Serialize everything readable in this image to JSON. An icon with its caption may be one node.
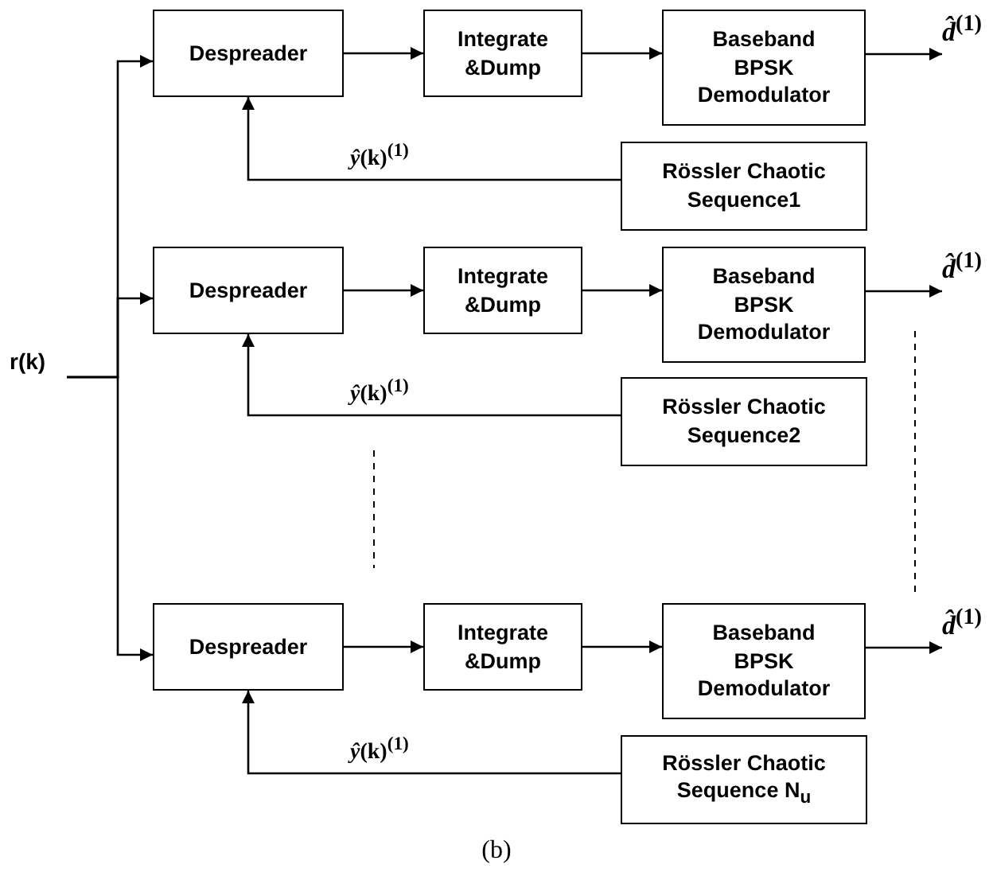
{
  "diagram": {
    "caption": "(b)",
    "nodes": [
      {
        "text": [
          "r(k)"
        ]
      },
      {
        "text": [
          "Despreader"
        ]
      },
      {
        "text": [
          "Integrate &Dump"
        ]
      },
      {
        "text": [
          "Baseband BPSK Demodulator"
        ]
      },
      {
        "text": [
          "*d̂*$^{(1)}$"
        ]
      },
      {
        "text": [
          "Rössler Chaotic Sequence1"
        ]
      },
      {
        "text": [
          "Despreader"
        ]
      },
      {
        "text": [
          "Integrate &Dump"
        ]
      },
      {
        "text": [
          "Baseband BPSK Demodulator"
        ]
      },
      {
        "text": [
          "*d̂*$^{(1)}$"
        ]
      },
      {
        "text": [
          "Rössler Chaotic Sequence2"
        ]
      },
      {
        "text": [
          "Despreader"
        ]
      },
      {
        "text": [
          "Integrate &Dump"
        ]
      },
      {
        "text": [
          "Baseband BPSK Demodulator"
        ]
      },
      {
        "text": [
          "*d̂*$^{(1)}$"
        ]
      },
      {
        "text": [
          "Rössler Chaotic Sequence N$_{u}$"
        ]
      }
    ],
    "edges": [
      {
        "from": 0,
        "to": 1,
        "arrow": "to"
      },
      {
        "from": 0,
        "to": 6,
        "arrow": "to"
      },
      {
        "from": 0,
        "to": 11,
        "arrow": "to"
      },
      {
        "from": 1,
        "to": 2,
        "arrow": "to"
      },
      {
        "from": 2,
        "to": 3,
        "arrow": "to"
      },
      {
        "from": 3,
        "to": 4,
        "arrow": "to"
      },
      {
        "from": 5,
        "to": 1,
        "label": "*ŷ*(k)$^{(1)}$",
        "arrow": "to"
      },
      {
        "from": 6,
        "to": 7,
        "arrow": "to"
      },
      {
        "from": 7,
        "to": 8,
        "arrow": "to"
      },
      {
        "from": 8,
        "to": 9,
        "arrow": "to"
      },
      {
        "from": 10,
        "to": 6,
        "label": "*ŷ*(k)$^{(1)}$",
        "arrow": "to"
      },
      {
        "from": 11,
        "to": 12,
        "arrow": "to"
      },
      {
        "from": 12,
        "to": 13,
        "arrow": "to"
      },
      {
        "from": 13,
        "to": 14,
        "arrow": "to"
      },
      {
        "from": 15,
        "to": 11,
        "label": "*ŷ*(k)$^{(1)}$",
        "arrow": "to"
      }
    ]
  }
}
